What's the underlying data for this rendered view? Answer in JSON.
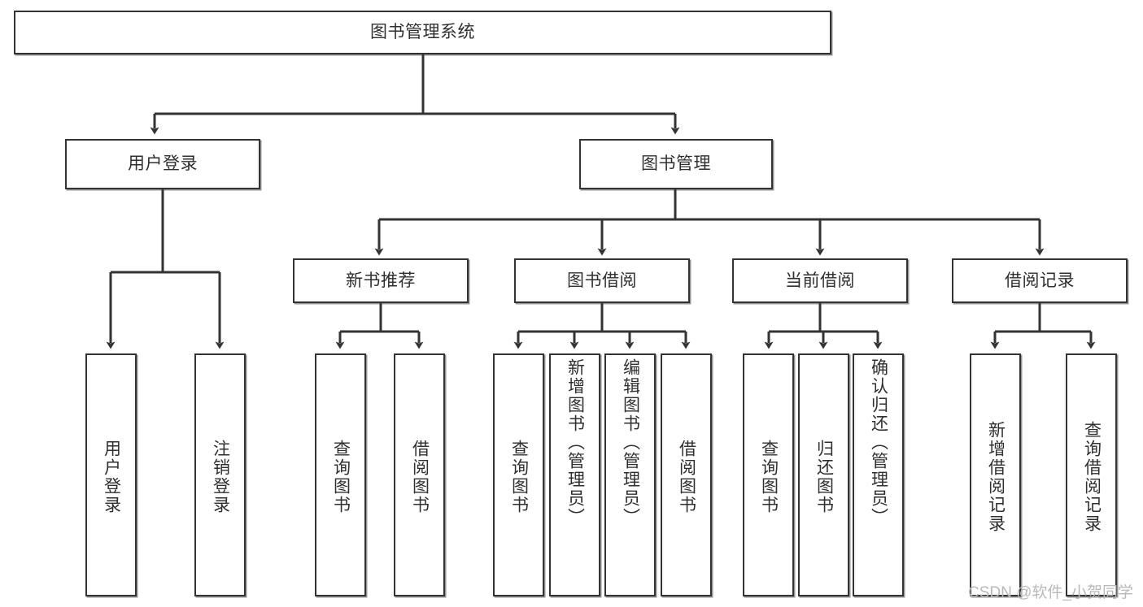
{
  "diagram": {
    "type": "tree",
    "title": "图书管理系统",
    "root": {
      "label": "图书管理系统"
    },
    "level2": [
      {
        "label": "用户登录"
      },
      {
        "label": "图书管理"
      }
    ],
    "level3": [
      {
        "label": "新书推荐"
      },
      {
        "label": "图书借阅"
      },
      {
        "label": "当前借阅"
      },
      {
        "label": "借阅记录"
      }
    ],
    "leaves": {
      "user_login": [
        {
          "label": "用户登录"
        },
        {
          "label": "注销登录"
        }
      ],
      "new_book_recommend": [
        {
          "label": "查询图书"
        },
        {
          "label": "借阅图书"
        }
      ],
      "book_borrow": [
        {
          "label": "查询图书"
        },
        {
          "label": "新增图书（管理员）"
        },
        {
          "label": "编辑图书（管理员）"
        },
        {
          "label": "借阅图书"
        }
      ],
      "current_borrow": [
        {
          "label": "查询图书"
        },
        {
          "label": "归还图书"
        },
        {
          "label": "确认归还（管理员）"
        }
      ],
      "borrow_record": [
        {
          "label": "新增借阅记录"
        },
        {
          "label": "查询借阅记录"
        }
      ]
    }
  },
  "watermark": {
    "text": "CSDN @软件_小贺同学"
  },
  "colors": {
    "stroke": "#333333",
    "text": "#2f2f2f",
    "background": "#ffffff",
    "watermark": "#b9b9b9"
  }
}
